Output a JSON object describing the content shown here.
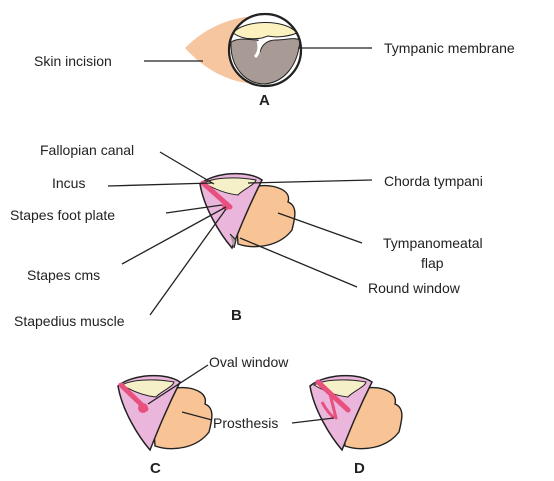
{
  "panels": {
    "a": "A",
    "b": "B",
    "c": "C",
    "d": "D"
  },
  "labels": {
    "skin_incision": "Skin incision",
    "tympanic_membrane": "Tympanic membrane",
    "fallopian_canal": "Fallopian canal",
    "incus": "Incus",
    "chorda_tympani": "Chorda tympani",
    "stapes_foot_plate": "Stapes foot plate",
    "tympanomeatal_line1": "Tympanomeatal",
    "tympanomeatal_line2": "flap",
    "stapes_crus": "Stapes cms",
    "round_window": "Round window",
    "stapedius_muscle": "Stapedius muscle",
    "oval_window": "Oval window",
    "prosthesis": "Prosthesis"
  },
  "colors": {
    "skin": "#f6c6a0",
    "flap": "#f9c495",
    "middle_ear": "#eab6dc",
    "bone": "#f5f0c8",
    "ossicle": "#e8507e",
    "canal_grey": "#a89a94",
    "outline": "#222222"
  }
}
